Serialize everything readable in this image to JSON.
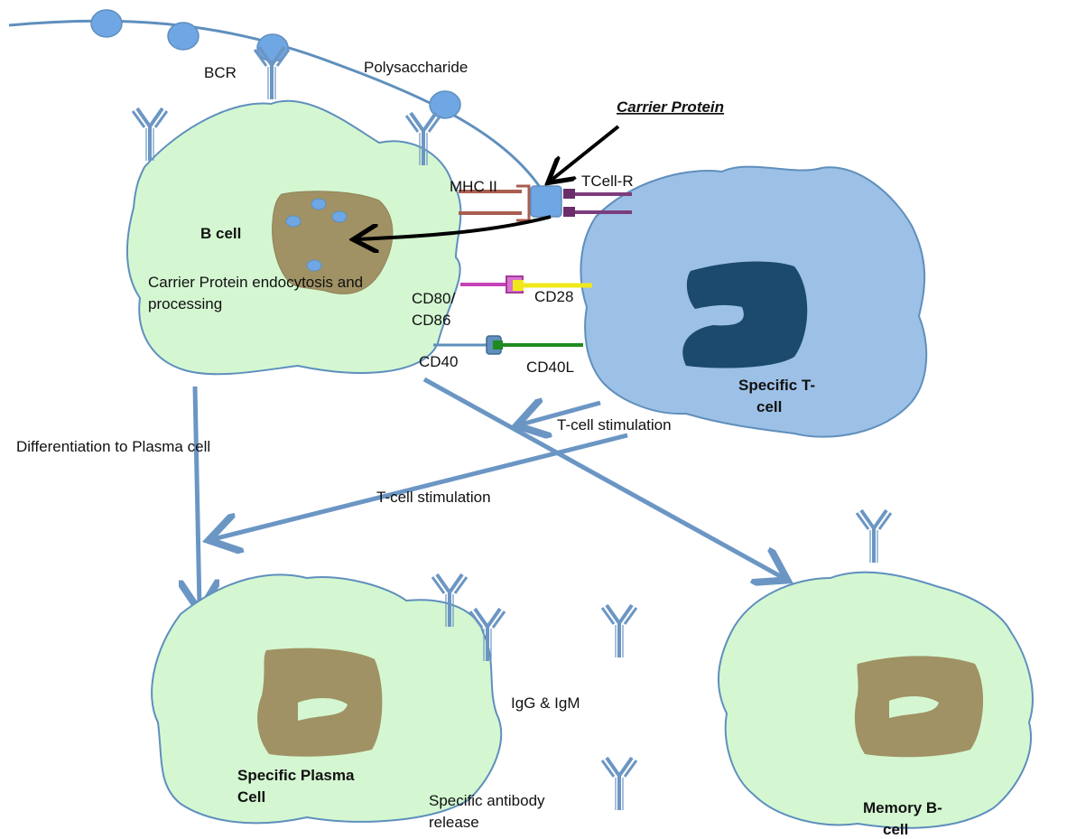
{
  "labels": {
    "bcr": "BCR",
    "polysaccharide": "Polysaccharide",
    "carrier_protein": "Carrier Protein",
    "mhc_ii": "MHC II",
    "tcell_r": "TCell-R",
    "b_cell": "B cell",
    "endocytosis_line1": "Carrier Protein endocytosis and",
    "endocytosis_line2": "processing",
    "cd80_line1": "CD80/",
    "cd80_line2": "CD86",
    "cd28": "CD28",
    "cd40": "CD40",
    "cd40l": "CD40L",
    "specific_t_line1": "Specific T-",
    "specific_t_line2": "cell",
    "tcell_stimulation_1": "T-cell stimulation",
    "tcell_stimulation_2": "T-cell stimulation",
    "differentiation": "Differentiation to Plasma cell",
    "igg_igm": "IgG & IgM",
    "plasma_line1": "Specific Plasma",
    "plasma_line2": "Cell",
    "release_line1": "Specific antibody",
    "release_line2": "release",
    "memory_line1": "Memory B-",
    "memory_line2": "cell"
  },
  "colors": {
    "b_cell_fill": "#d4f7d2",
    "t_cell_fill": "#9dc0e6",
    "t_nucleus": "#1b4a6e",
    "b_nucleus": "#a09264",
    "outline": "#5f8fbd",
    "antigen": "#6fa6e4",
    "mhc": "#a85e4f",
    "tcr": "#6a2d6a",
    "cd80": "#c541b8",
    "cd28": "#f0e81c",
    "cd40l": "#1f8a1f"
  }
}
